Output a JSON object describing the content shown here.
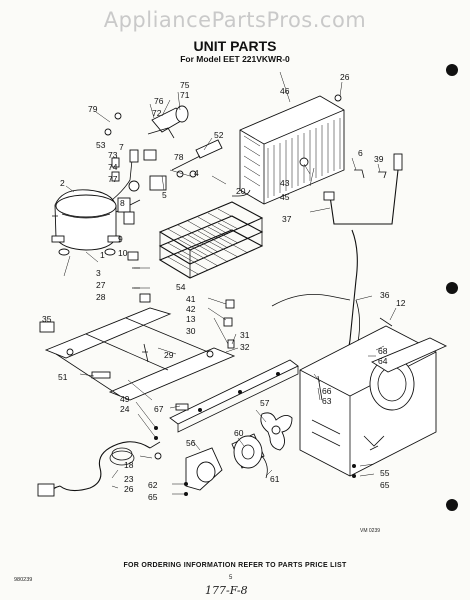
{
  "watermark": "AppliancePartsPros.com",
  "header": {
    "title": "UNIT PARTS",
    "subtitle": "For Model EET 221VKWR-0"
  },
  "footer": {
    "note": "FOR ORDERING INFORMATION REFER TO PARTS PRICE LIST",
    "corner_code": "980239",
    "page_number": "5",
    "handwritten": "177-F-8",
    "art_code": "VM 0239"
  },
  "callouts": {
    "c1": "1",
    "c2": "2",
    "c3": "3",
    "c4": "4",
    "c5": "5",
    "c6": "6",
    "c7": "7",
    "c8": "8",
    "c9": "9",
    "c10": "10",
    "c12": "12",
    "c13": "13",
    "c18": "18",
    "c20": "20",
    "c23": "23",
    "c24": "24",
    "c26a": "26",
    "c26b": "26",
    "c27": "27",
    "c28": "28",
    "c29": "29",
    "c30": "30",
    "c31": "31",
    "c32": "32",
    "c35": "35",
    "c36": "36",
    "c37": "37",
    "c39": "39",
    "c41": "41",
    "c42": "42",
    "c43": "43",
    "c45": "45",
    "c46": "46",
    "c49": "49",
    "c51": "51",
    "c52": "52",
    "c53": "53",
    "c54": "54",
    "c55": "55",
    "c56": "56",
    "c57": "57",
    "c60": "60",
    "c61": "61",
    "c62": "62",
    "c63": "63",
    "c64": "64",
    "c65a": "65",
    "c65b": "65",
    "c66": "66",
    "c67": "67",
    "c68": "68",
    "c71": "71",
    "c72": "72",
    "c73": "73",
    "c74": "74",
    "c75": "75",
    "c76": "76",
    "c77": "77",
    "c78": "78",
    "c79": "79"
  }
}
